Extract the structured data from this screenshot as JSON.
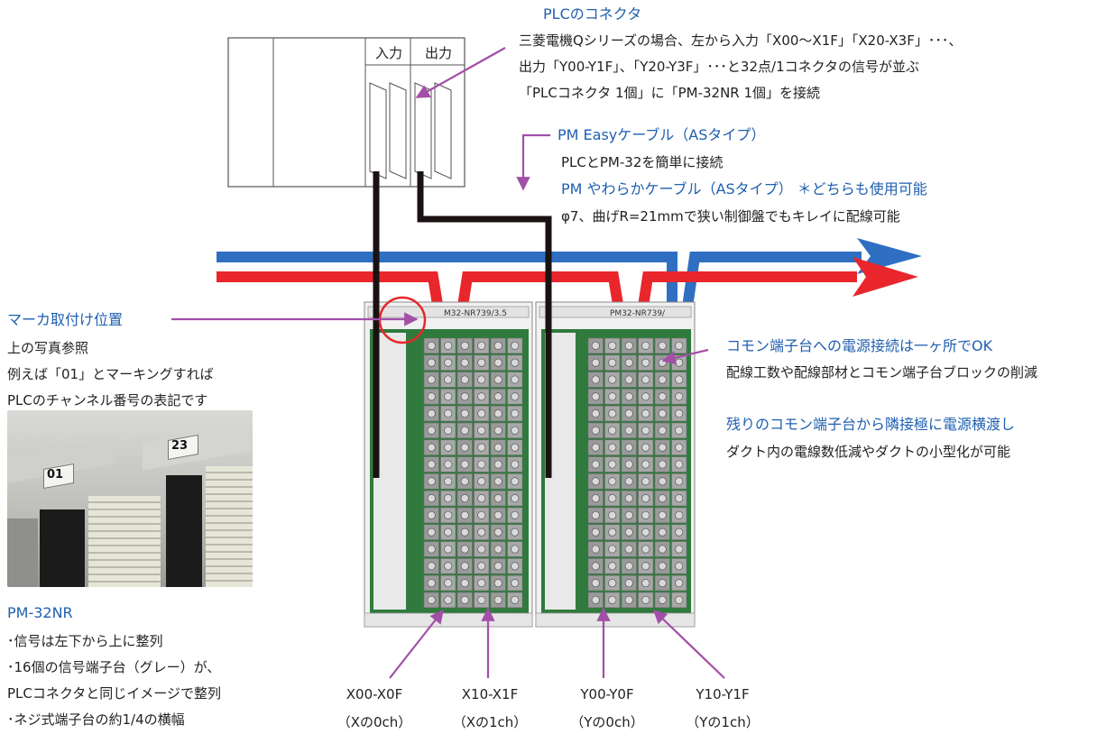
{
  "plc": {
    "input_label": "入力",
    "output_label": "出力"
  },
  "plc_connector": {
    "title": "PLCのコネクタ",
    "lines": [
      "三菱電機Qシリーズの場合、左から入力「X00～X1F」「X20-X3F」･･･、",
      "出力「Y00-Y1F」、「Y20-Y3F」･･･と32点/1コネクタの信号が並ぶ",
      "「PLCコネクタ 1個」に「PM-32NR 1個」を接続"
    ]
  },
  "cable": {
    "easy_title": "PM Easyケーブル（ASタイプ）",
    "easy_desc": "PLCとPM-32を簡単に接続",
    "soft_title": "PM やわらかケーブル（ASタイプ） ＊どちらも使用可能",
    "soft_desc": "φ7、曲げR=21mmで狭い制御盤でもキレイに配線可能"
  },
  "marker": {
    "title": "マーカ取付け位置",
    "lines": [
      "上の写真参照",
      "例えば「01」とマーキングすれば",
      "PLCのチャンネル番号の表記です"
    ],
    "photo_tags": [
      "01",
      "23"
    ]
  },
  "pm32nr": {
    "title": "PM-32NR",
    "lines": [
      "･信号は左下から上に整列",
      "･16個の信号端子台（グレー）が、",
      "PLCコネクタと同じイメージで整列",
      "･ネジ式端子台の約1/4の横幅"
    ]
  },
  "common": {
    "title1": "コモン端子台への電源接続は一ヶ所でOK",
    "desc1": "配線工数や配線部材とコモン端子台ブロックの削減",
    "title2": "残りのコモン端子台から隣接極に電源横渡し",
    "desc2": "ダクト内の電線数低減やダクトの小型化が可能"
  },
  "module_labels": [
    "M32-NR739/3.5",
    "PM32-NR739/"
  ],
  "captions": [
    {
      "range": "X00-X0F",
      "ch": "（Xの0ch）"
    },
    {
      "range": "X10-X1F",
      "ch": "（Xの1ch）"
    },
    {
      "range": "Y00-Y0F",
      "ch": "（Yの0ch）"
    },
    {
      "range": "Y10-Y1F",
      "ch": "（Yの1ch）"
    }
  ],
  "colors": {
    "blue_wire": "#2f6fc2",
    "red_wire": "#e8262b",
    "arrow": "#a24fa8",
    "heading_blue": "#1f5fb0",
    "module_green": "#2f7a3c"
  }
}
